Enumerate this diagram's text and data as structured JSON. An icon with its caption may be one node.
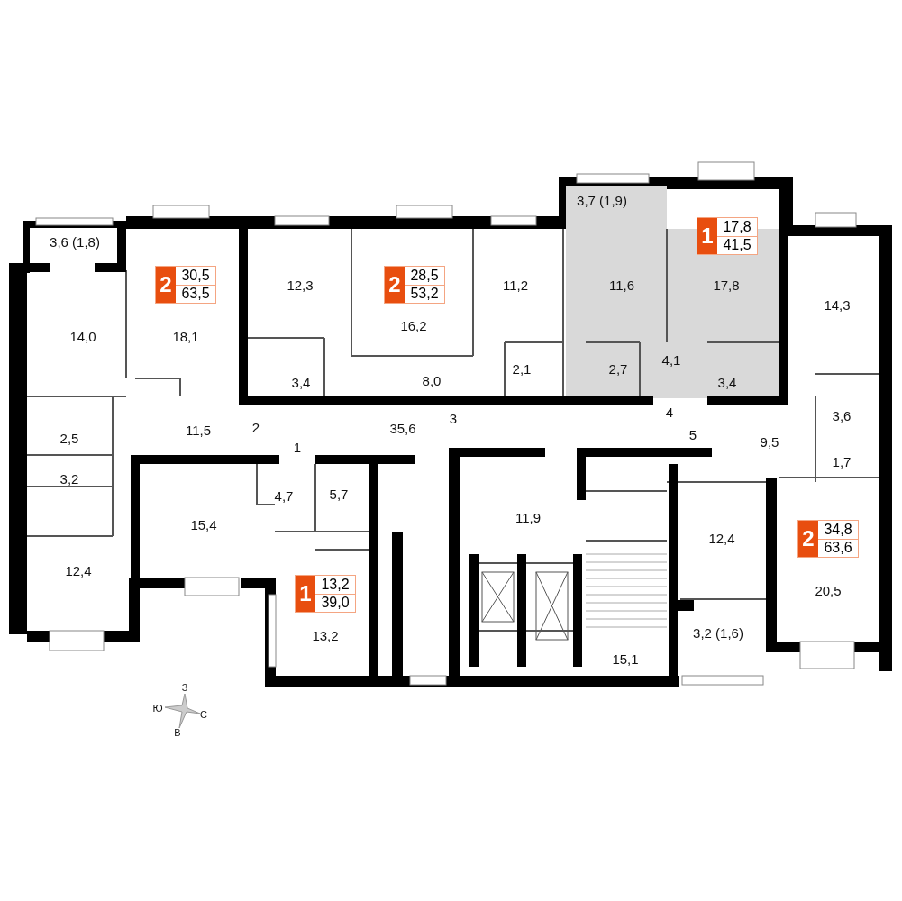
{
  "diagram": {
    "nodes": [
      {
        "text": [
          "2",
          "30,5",
          "63,5"
        ]
      },
      {
        "text": [
          "2",
          "28,5",
          "53,2"
        ]
      },
      {
        "text": [
          "1",
          "17,8",
          "41,5"
        ]
      },
      {
        "text": [
          "1",
          "13,2",
          "39,0"
        ]
      },
      {
        "text": [
          "2",
          "34,8",
          "63,6"
        ]
      }
    ],
    "labels": [
      "3,6 (1,8)",
      "3,7 (1,9)",
      "12,3",
      "11,2",
      "11,6",
      "17,8",
      "14,0",
      "18,1",
      "14,3",
      "16,2",
      "3,4",
      "8,0",
      "2,1",
      "2,7",
      "4,1",
      "3,4",
      "2,5",
      "11,5",
      "2",
      "35,6",
      "3",
      "4",
      "3,6",
      "5",
      "9,5",
      "1",
      "1,7",
      "3,2",
      "4,7",
      "5,7",
      "11,9",
      "15,4",
      "12,4",
      "12,4",
      "20,5",
      "13,2",
      "3,2 (1,6)",
      "15,1",
      "З",
      "Ю",
      "С",
      "В"
    ]
  }
}
